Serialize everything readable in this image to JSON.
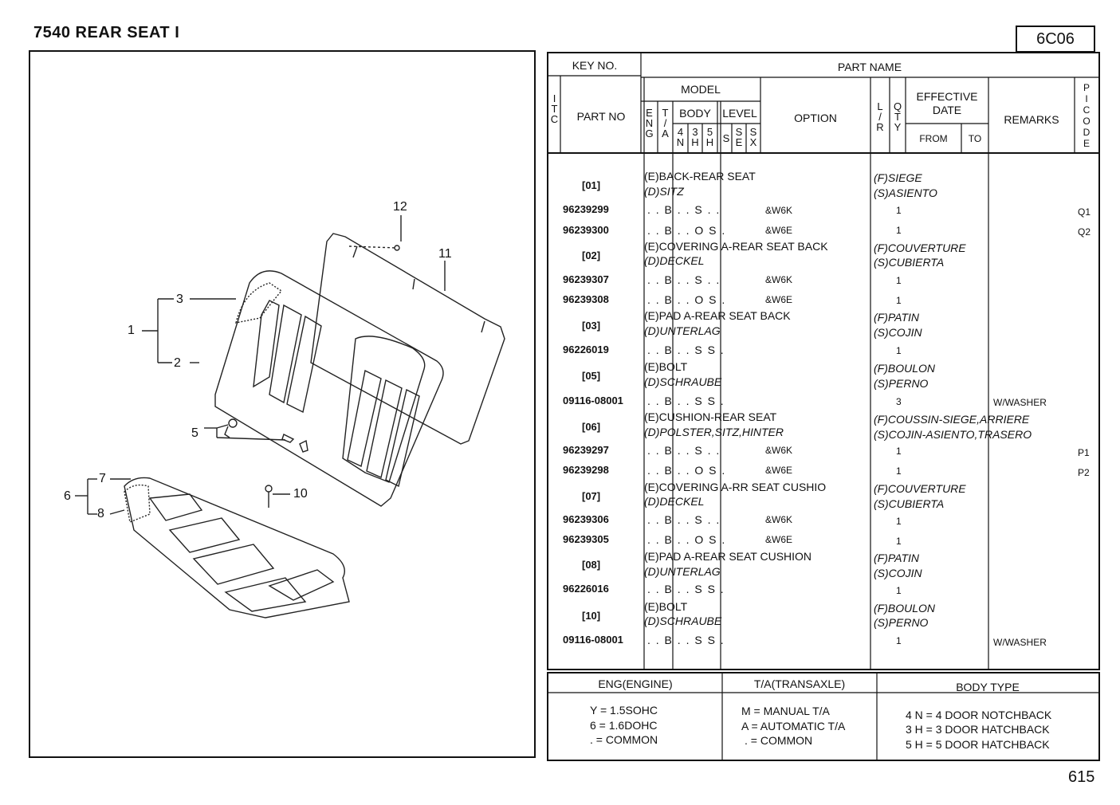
{
  "page": {
    "title": "7540  REAR SEAT I",
    "code": "6C06",
    "number": "615"
  },
  "diagram": {
    "callouts": [
      "12",
      "11",
      "3",
      "1",
      "2",
      "5",
      "7",
      "6",
      "8",
      "10"
    ]
  },
  "table": {
    "headers": {
      "key_no": "KEY NO.",
      "part_name": "PART NAME",
      "itc": "I T C",
      "part_no": "PART NO",
      "model": "MODEL",
      "eng": "E N G",
      "ta": "T / A",
      "body": "BODY",
      "body_4n": "4 N",
      "body_3h": "3 H",
      "body_5h": "5 H",
      "level": "LEVEL",
      "level_s": "S",
      "level_se": "S E",
      "level_sx": "S X",
      "option": "OPTION",
      "lr": "L / R",
      "qty": "Q T Y",
      "effective_date": "EFFECTIVE DATE",
      "from": "FROM",
      "to": "TO",
      "remarks": "REMARKS",
      "picode": "P I C O D E"
    },
    "groups": [
      {
        "key": "[01]",
        "e": "(E)BACK-REAR SEAT",
        "d": "(D)SITZ",
        "f": "(F)SIEGE",
        "s": "(S)ASIENTO",
        "parts": [
          {
            "no": "96239299",
            "model": ". . B . . S . .",
            "option": "&W6K",
            "qty": "1",
            "remarks": "",
            "pic": "Q1"
          },
          {
            "no": "96239300",
            "model": ". . B . . O S .",
            "option": "&W6E",
            "qty": "1",
            "remarks": "",
            "pic": "Q2"
          }
        ]
      },
      {
        "key": "[02]",
        "e": "(E)COVERING A-REAR SEAT BACK",
        "d": "(D)DECKEL",
        "f": "(F)COUVERTURE",
        "s": "(S)CUBIERTA",
        "parts": [
          {
            "no": "96239307",
            "model": ". . B . . S . .",
            "option": "&W6K",
            "qty": "1",
            "remarks": "",
            "pic": ""
          },
          {
            "no": "96239308",
            "model": ". . B . . O S .",
            "option": "&W6E",
            "qty": "1",
            "remarks": "",
            "pic": ""
          }
        ]
      },
      {
        "key": "[03]",
        "e": "(E)PAD A-REAR SEAT BACK",
        "d": "(D)UNTERLAG",
        "f": "(F)PATIN",
        "s": "(S)COJIN",
        "parts": [
          {
            "no": "96226019",
            "model": ". . B . . S S .",
            "option": "",
            "qty": "1",
            "remarks": "",
            "pic": ""
          }
        ]
      },
      {
        "key": "[05]",
        "e": "(E)BOLT",
        "d": "(D)SCHRAUBE",
        "f": "(F)BOULON",
        "s": "(S)PERNO",
        "parts": [
          {
            "no": "09116-08001",
            "model": ". . B . . S S .",
            "option": "",
            "qty": "3",
            "remarks": "W/WASHER",
            "pic": ""
          }
        ]
      },
      {
        "key": "[06]",
        "e": "(E)CUSHION-REAR SEAT",
        "d": "(D)POLSTER,SITZ,HINTER",
        "f": "(F)COUSSIN-SIEGE,ARRIERE",
        "s": "(S)COJIN-ASIENTO,TRASERO",
        "parts": [
          {
            "no": "96239297",
            "model": ". . B . . S . .",
            "option": "&W6K",
            "qty": "1",
            "remarks": "",
            "pic": "P1"
          },
          {
            "no": "96239298",
            "model": ". . B . . O S .",
            "option": "&W6E",
            "qty": "1",
            "remarks": "",
            "pic": "P2"
          }
        ]
      },
      {
        "key": "[07]",
        "e": "(E)COVERING A-RR SEAT CUSHIO",
        "d": "(D)DECKEL",
        "f": "(F)COUVERTURE",
        "s": "(S)CUBIERTA",
        "parts": [
          {
            "no": "96239306",
            "model": ". . B . . S . .",
            "option": "&W6K",
            "qty": "1",
            "remarks": "",
            "pic": ""
          },
          {
            "no": "96239305",
            "model": ". . B . . O S .",
            "option": "&W6E",
            "qty": "1",
            "remarks": "",
            "pic": ""
          }
        ]
      },
      {
        "key": "[08]",
        "e": "(E)PAD A-REAR SEAT CUSHION",
        "d": "(D)UNTERLAG",
        "f": "(F)PATIN",
        "s": "(S)COJIN",
        "parts": [
          {
            "no": "96226016",
            "model": ". . B . . S S .",
            "option": "",
            "qty": "1",
            "remarks": "",
            "pic": ""
          }
        ]
      },
      {
        "key": "[10]",
        "e": "(E)BOLT",
        "d": "(D)SCHRAUBE",
        "f": "(F)BOULON",
        "s": "(S)PERNO",
        "parts": [
          {
            "no": "09116-08001",
            "model": ". . B . . S S .",
            "option": "",
            "qty": "1",
            "remarks": "W/WASHER",
            "pic": ""
          }
        ]
      }
    ]
  },
  "legend": {
    "eng": {
      "title": "ENG(ENGINE)",
      "lines": [
        "Y = 1.5SOHC",
        "6 = 1.6DOHC",
        ". = COMMON"
      ]
    },
    "ta": {
      "title": "T/A(TRANSAXLE)",
      "lines": [
        "M = MANUAL T/A",
        "A = AUTOMATIC T/A",
        ". = COMMON"
      ]
    },
    "body": {
      "title": "BODY  TYPE",
      "lines": [
        "4 N = 4 DOOR NOTCHBACK",
        "3 H = 3 DOOR HATCHBACK",
        "5 H = 5 DOOR HATCHBACK"
      ]
    }
  }
}
